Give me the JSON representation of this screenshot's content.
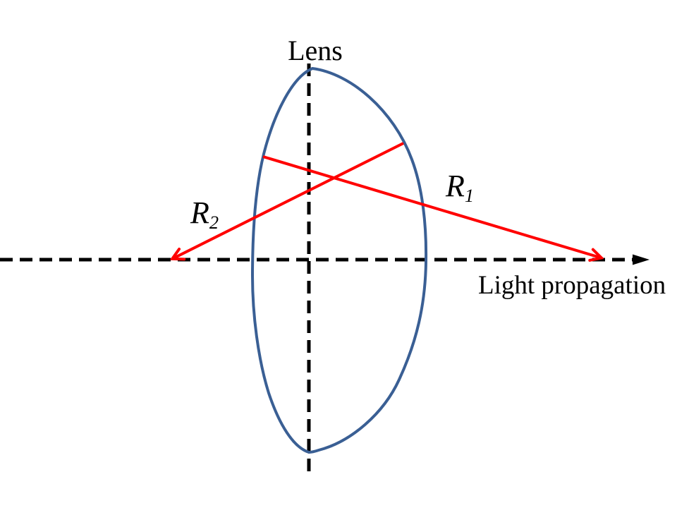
{
  "diagram": {
    "title_label": "Lens",
    "axis_label": "Light propagation",
    "r1_label": {
      "base": "R",
      "sub": "1"
    },
    "r2_label": {
      "base": "R",
      "sub": "2"
    },
    "colors": {
      "background": "#ffffff",
      "lens_stroke": "#3a5f94",
      "ray_stroke": "#ff0000",
      "axis_stroke": "#000000",
      "text": "#000000"
    }
  }
}
